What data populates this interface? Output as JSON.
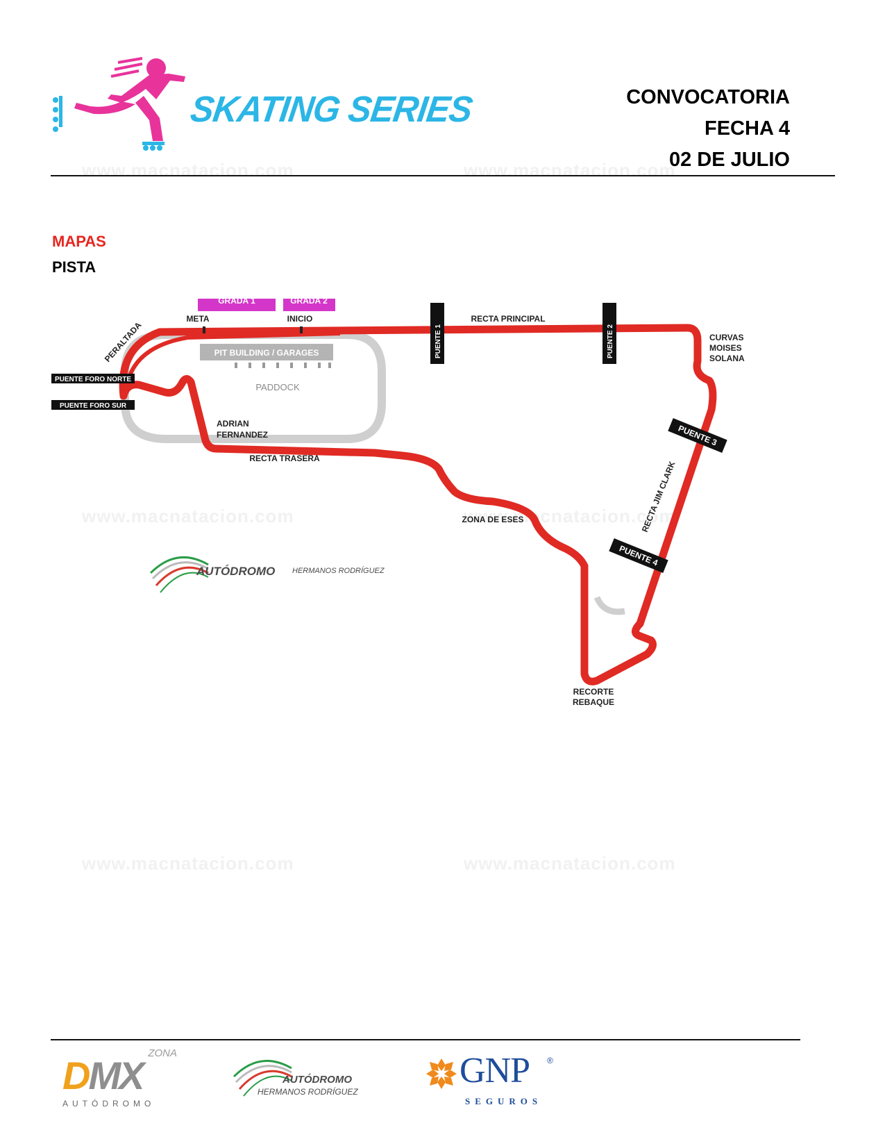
{
  "header": {
    "brand": "SKATING SERIES",
    "title_lines": [
      "CONVOCATORIA",
      "FECHA 4",
      "02 DE JULIO"
    ]
  },
  "sections": {
    "mapas": "MAPAS",
    "pista": "PISTA"
  },
  "watermark": "www.macnatacion.com",
  "map": {
    "grada1": "GRADA 1",
    "grada2": "GRADA 2",
    "meta": "META",
    "inicio": "INICIO",
    "peraltada": "PERALTADA",
    "pit_building": "PIT BUILDING / GARAGES",
    "paddock": "PADDOCK",
    "puente_foro_norte": "PUENTE FORO NORTE",
    "puente_foro_sur": "PUENTE FORO SUR",
    "adrian_1": "ADRIAN",
    "adrian_2": "FERNANDEZ",
    "recta_trasera": "RECTA TRASERA",
    "recta_principal": "RECTA PRINCIPAL",
    "puente1": "PUENTE 1",
    "puente2": "PUENTE 2",
    "puente3": "PUENTE 3",
    "puente4": "PUENTE 4",
    "curvas_1": "CURVAS",
    "curvas_2": "MOISES",
    "curvas_3": "SOLANA",
    "recta_jim_clark": "RECTA JIM CLARK",
    "zona_eses": "ZONA DE ESES",
    "recorte_1": "RECORTE",
    "recorte_2": "REBAQUE",
    "track_color": "#e02a24",
    "grada_color": "#d436c9"
  },
  "autodromo": {
    "name": "AUTÓDROMO",
    "sub": "HERMANOS RODRÍGUEZ"
  },
  "footer": {
    "dmx_zona": "ZONA",
    "dmx_d": "D",
    "dmx_mx": "MX",
    "dmx_sub": "AUTÓDROMO",
    "autodromo_name": "AUTÓDROMO",
    "autodromo_sub": "HERMANOS RODRÍGUEZ",
    "gnp": "GNP",
    "gnp_reg": "®",
    "gnp_sub": "SEGUROS"
  }
}
